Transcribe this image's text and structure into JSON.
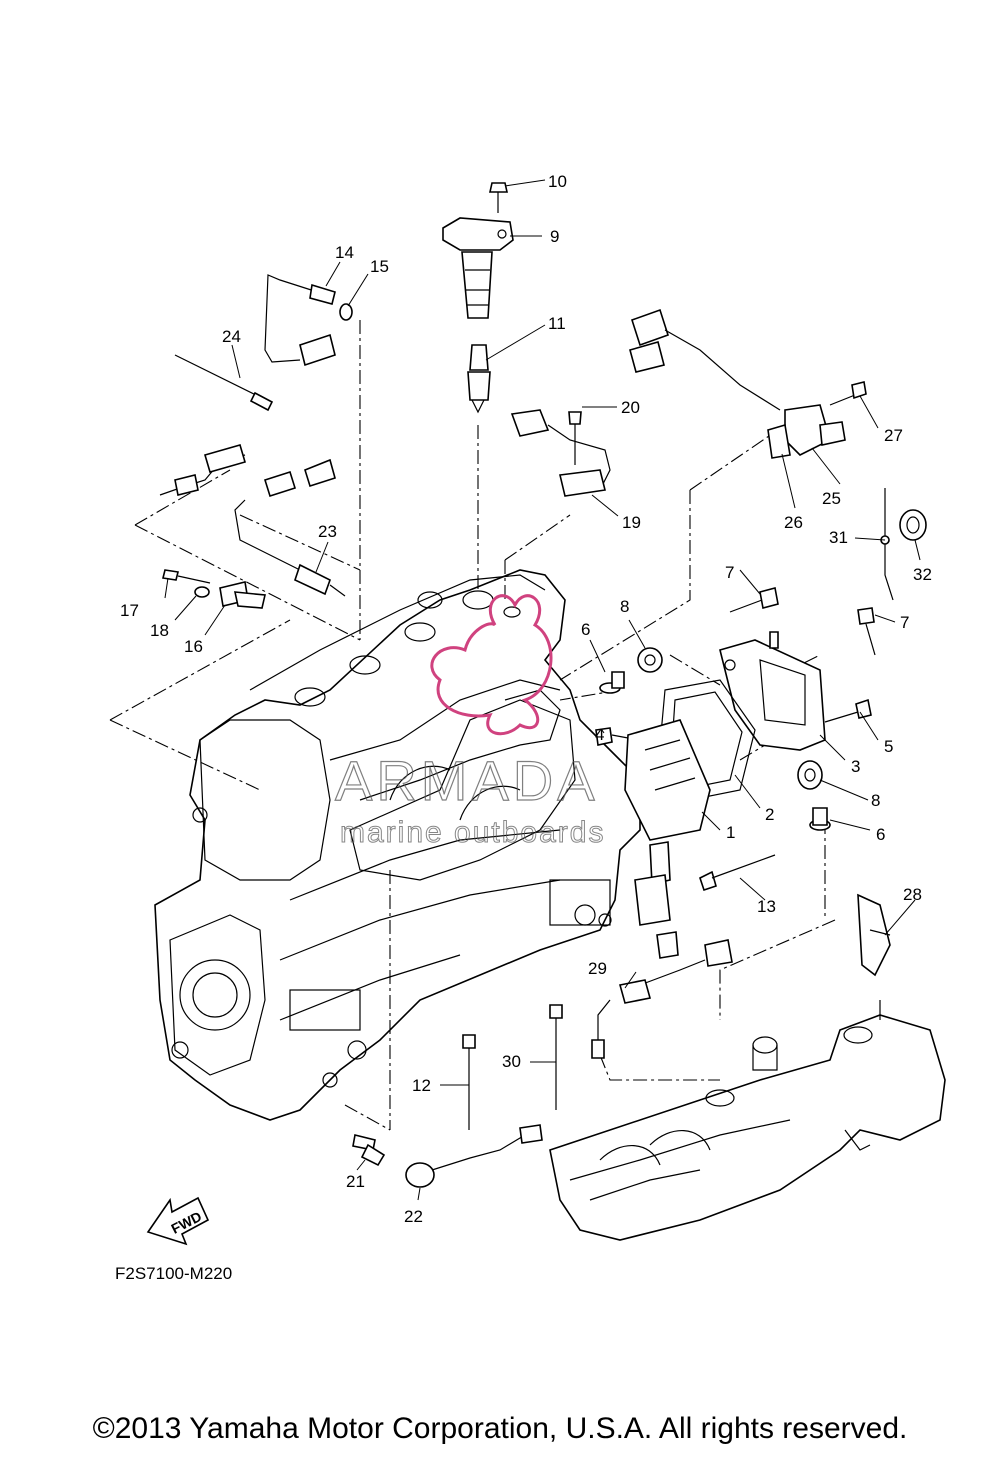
{
  "diagram": {
    "figure_code": "F2S7100-M220",
    "copyright": "©2013 Yamaha Motor Corporation, U.S.A. All rights reserved.",
    "fwd_label": "FWD",
    "watermark": {
      "brand": "ARMADA",
      "tagline": "marine outboards",
      "color": "#d0427f"
    },
    "callouts": [
      {
        "id": "1",
        "label": "1"
      },
      {
        "id": "2",
        "label": "2"
      },
      {
        "id": "3",
        "label": "3"
      },
      {
        "id": "4",
        "label": "4"
      },
      {
        "id": "5",
        "label": "5"
      },
      {
        "id": "6a",
        "label": "6"
      },
      {
        "id": "6b",
        "label": "6"
      },
      {
        "id": "7a",
        "label": "7"
      },
      {
        "id": "7b",
        "label": "7"
      },
      {
        "id": "8a",
        "label": "8"
      },
      {
        "id": "8b",
        "label": "8"
      },
      {
        "id": "9",
        "label": "9"
      },
      {
        "id": "10",
        "label": "10"
      },
      {
        "id": "11",
        "label": "11"
      },
      {
        "id": "12",
        "label": "12"
      },
      {
        "id": "13",
        "label": "13"
      },
      {
        "id": "14",
        "label": "14"
      },
      {
        "id": "15",
        "label": "15"
      },
      {
        "id": "16",
        "label": "16"
      },
      {
        "id": "17",
        "label": "17"
      },
      {
        "id": "18",
        "label": "18"
      },
      {
        "id": "19",
        "label": "19"
      },
      {
        "id": "20",
        "label": "20"
      },
      {
        "id": "21",
        "label": "21"
      },
      {
        "id": "22",
        "label": "22"
      },
      {
        "id": "23",
        "label": "23"
      },
      {
        "id": "24",
        "label": "24"
      },
      {
        "id": "25",
        "label": "25"
      },
      {
        "id": "26",
        "label": "26"
      },
      {
        "id": "27",
        "label": "27"
      },
      {
        "id": "28",
        "label": "28"
      },
      {
        "id": "29",
        "label": "29"
      },
      {
        "id": "30",
        "label": "30"
      },
      {
        "id": "31",
        "label": "31"
      },
      {
        "id": "32",
        "label": "32"
      }
    ]
  }
}
